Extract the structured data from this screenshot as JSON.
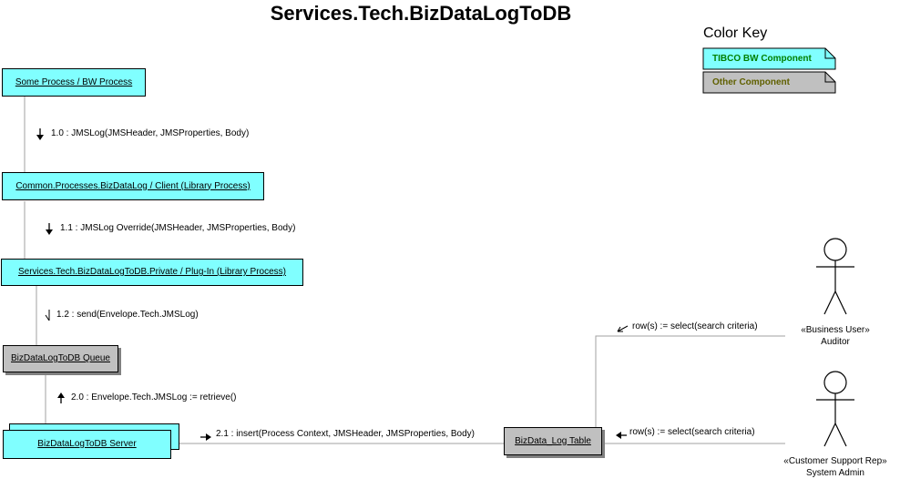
{
  "diagram": {
    "title": "Services.Tech.BizDataLogToDB"
  },
  "color_key": {
    "title": "Color Key",
    "bw_label": "TIBCO BW Component",
    "other_label": "Other Component",
    "colors": {
      "bw_fill": "#80ffff",
      "other_fill": "#c0c0c0",
      "bw_text": "#008000",
      "other_text": "#606000",
      "bw_key_fill": "#80ffff",
      "other_key_fill": "#c0c0c0"
    }
  },
  "components": {
    "some_process": "Some Process / BW Process",
    "biz_data_log_client": "Common.Processes.BizDataLog / Client (Library Process)",
    "private_plugin": "Services.Tech.BizDataLogToDB.Private / Plug-In (Library Process)",
    "queue": "BizDataLogToDB Queue",
    "server": "BizDataLogToDB Server",
    "table": "BizData_Log Table"
  },
  "messages": {
    "m1_0": "1.0 : JMSLog(JMSHeader, JMSProperties, Body)",
    "m1_1": "1.1 : JMSLog Override(JMSHeader, JMSProperties, Body)",
    "m1_2": "1.2 : send(Envelope.Tech.JMSLog)",
    "m2_0": "2.0 : Envelope.Tech.JMSLog := retrieve()",
    "m2_1": "2.1 : insert(Process Context, JMSHeader, JMSProperties, Body)",
    "auditor_select": "row(s) := select(search criteria)",
    "admin_select": "row(s) := select(search criteria)"
  },
  "actors": {
    "auditor_stereotype": "«Business User»",
    "auditor_name": "Auditor",
    "admin_stereotype": "«Customer Support Rep»",
    "admin_name": "System Admin"
  }
}
